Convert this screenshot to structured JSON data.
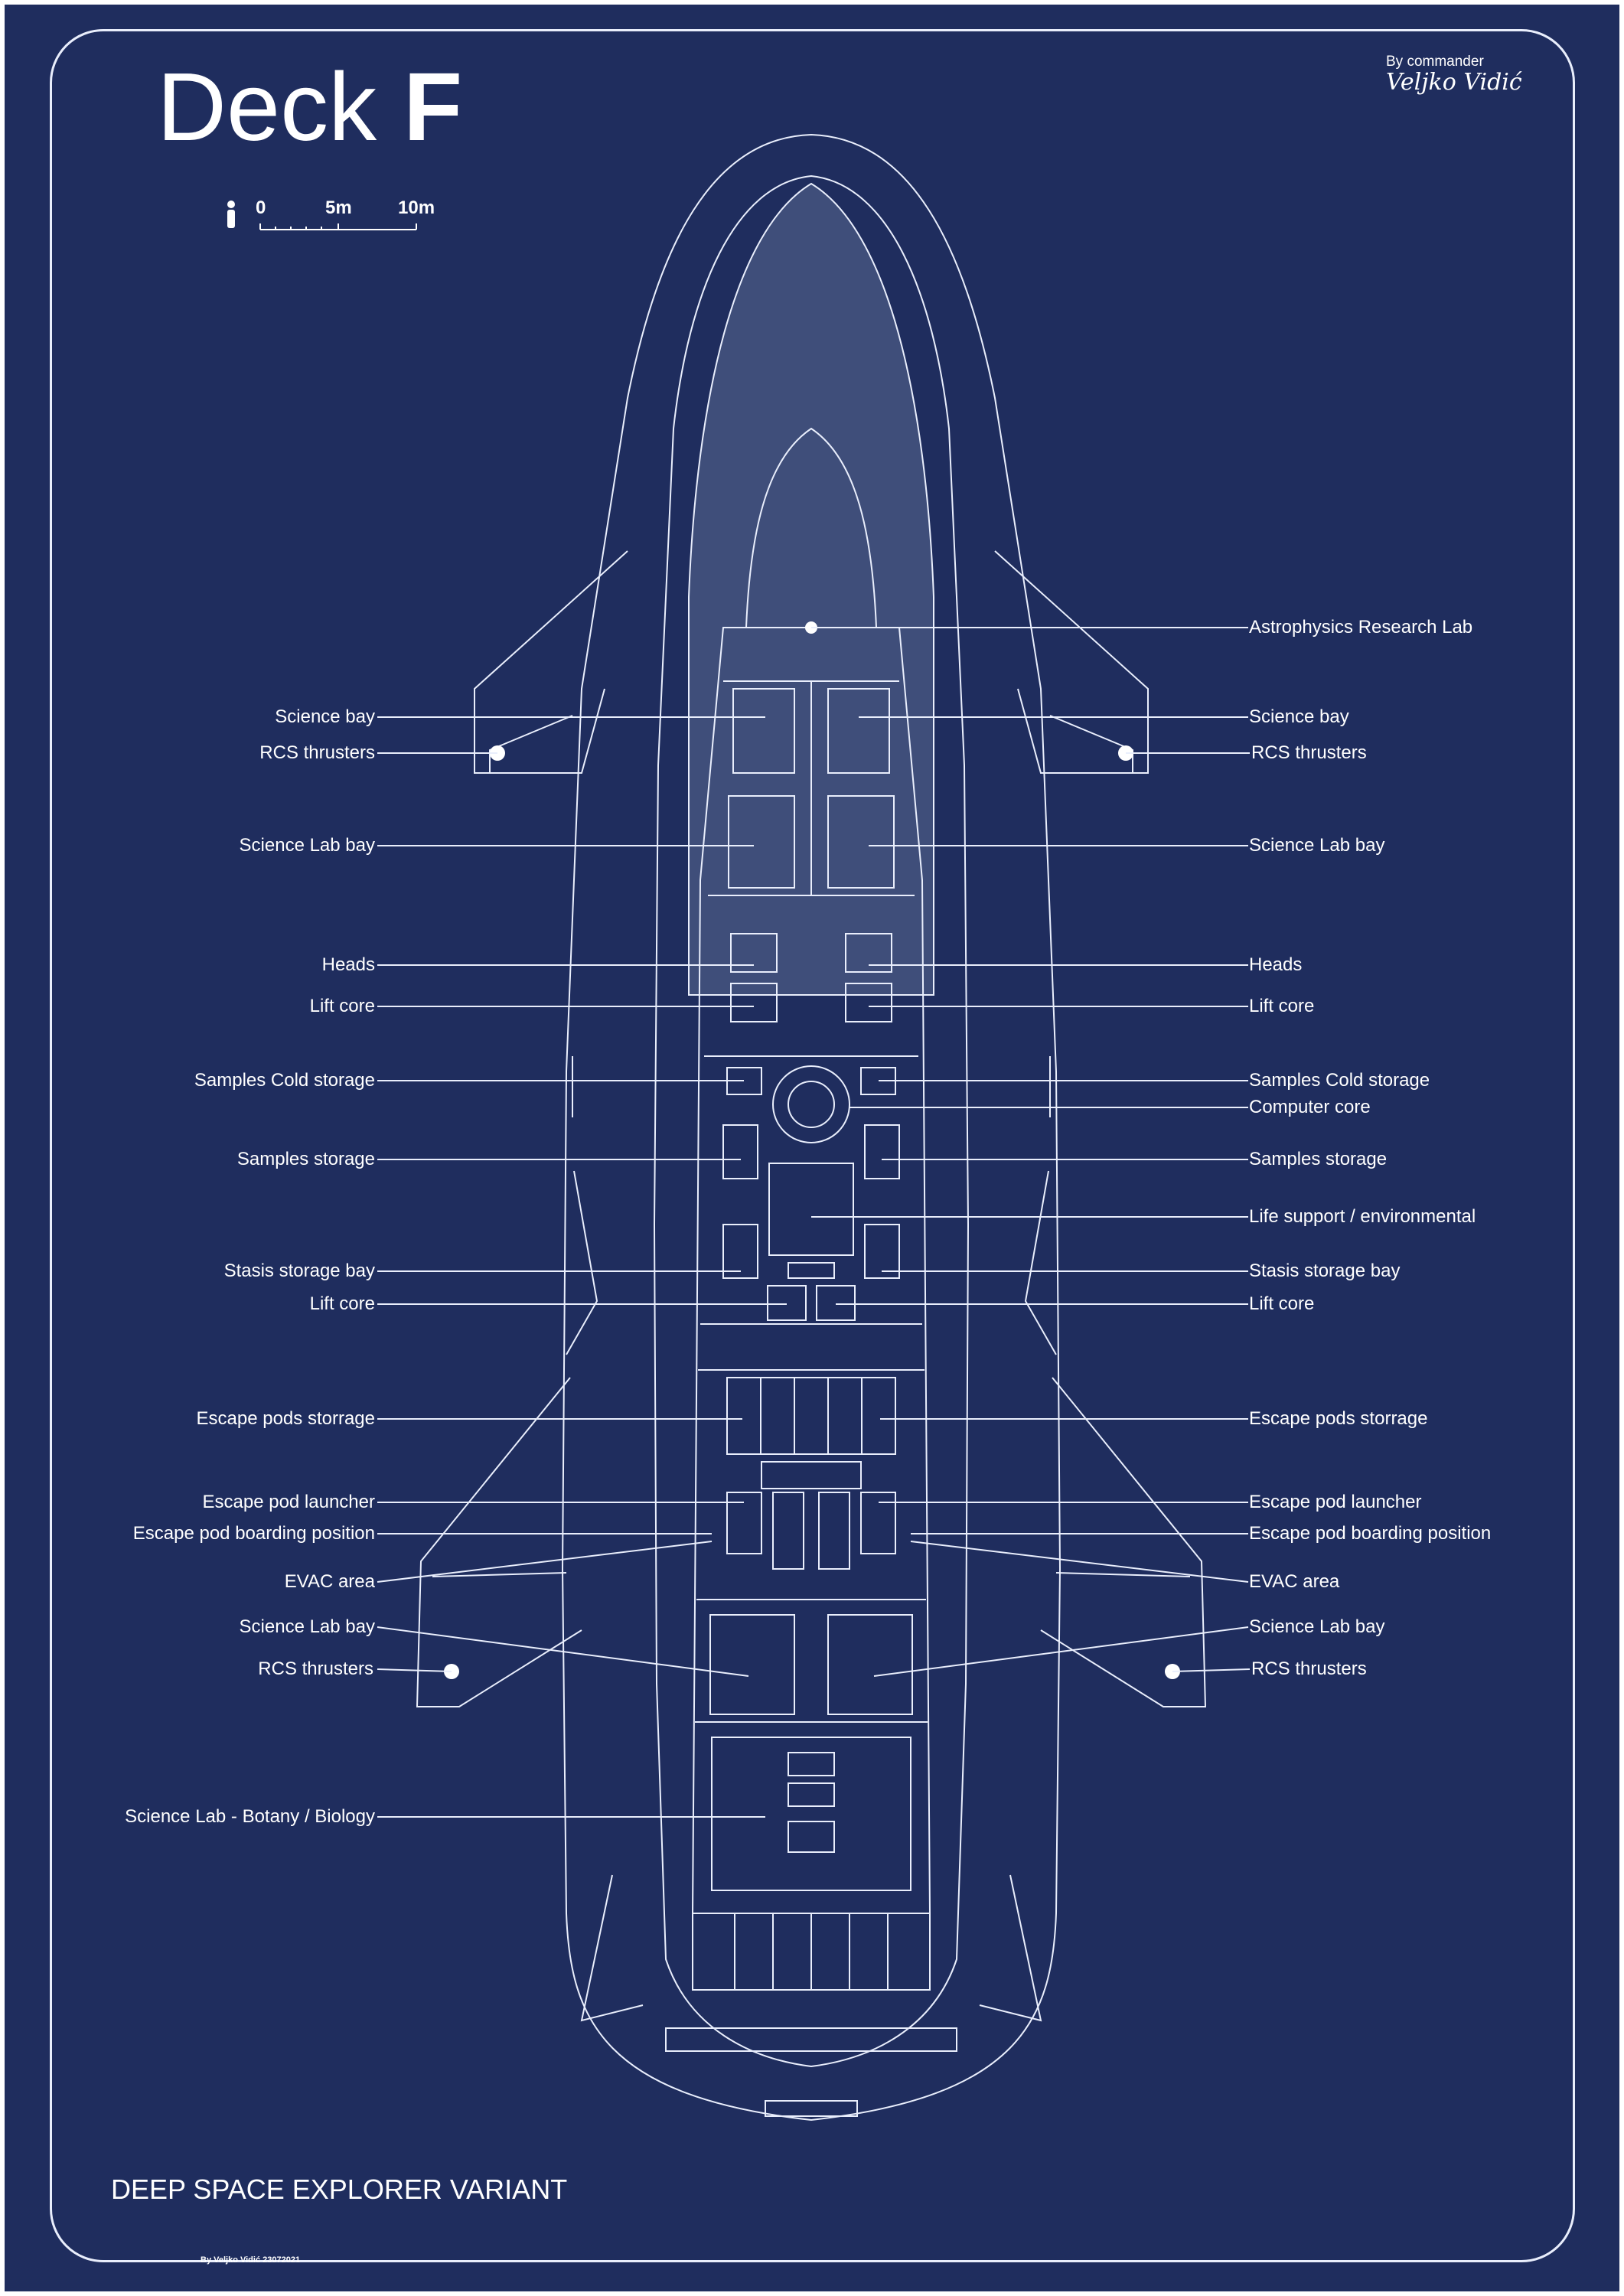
{
  "title": {
    "prefix": "Deck",
    "letter": "F"
  },
  "author": {
    "prefix": "By commander",
    "name": "Veljko Vidić"
  },
  "scale": {
    "zero": "0",
    "mid": "5m",
    "end": "10m"
  },
  "variant": "DEEP SPACE EXPLORER VARIANT",
  "footer": "By Veljko Vidić 23072021",
  "colors": {
    "background": "#1f2d5e",
    "lines": "#e9eefc"
  },
  "labels_left": [
    "Science bay",
    "RCS thrusters",
    "Science Lab bay",
    "Heads",
    "Lift core",
    "Samples Cold storage",
    "Samples storage",
    "Stasis storage bay",
    "Lift core",
    "Escape pods storrage",
    "Escape pod launcher",
    "Escape pod boarding position",
    "EVAC area",
    "Science Lab bay",
    "RCS thrusters",
    "Science Lab - Botany / Biology"
  ],
  "labels_right": [
    "Astrophysics Research Lab",
    "Science bay",
    "RCS thrusters",
    "Science Lab bay",
    "Heads",
    "Lift core",
    "Samples Cold storage",
    "Computer core",
    "Samples storage",
    "Life support / environmental",
    "Stasis storage bay",
    "Lift core",
    "Escape pods storrage",
    "Escape pod launcher",
    "Escape pod boarding position",
    "EVAC area",
    "Science Lab bay",
    "RCS thrusters"
  ]
}
